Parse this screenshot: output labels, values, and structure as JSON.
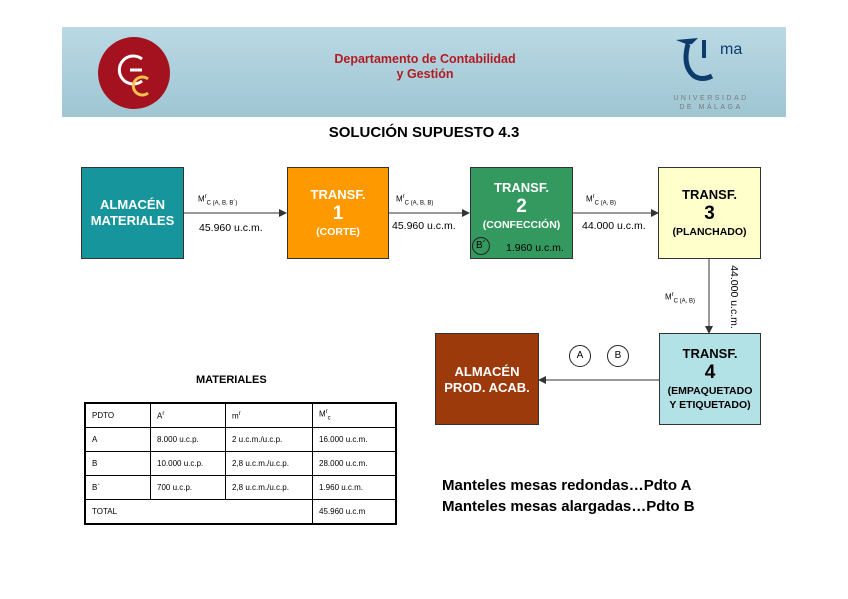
{
  "header": {
    "department_line1": "Departamento de Contabilidad",
    "department_line2": "y Gestión",
    "left_logo_letters": "GC",
    "uma_logo_text": "ma",
    "uma_line1": "UNIVERSIDAD",
    "uma_line2": "DE MÁLAGA",
    "brand_red": "#a4121f",
    "header_blue": "#a9cfdc"
  },
  "title": "SOLUCIÓN SUPUESTO 4.3",
  "nodes": {
    "almacen_materiales": {
      "line1": "ALMACÉN",
      "line2": "MATERIALES",
      "color": "#17959c"
    },
    "transf1": {
      "line1": "TRANSF.",
      "num": "1",
      "sub": "(CORTE)",
      "color": "#ff9900"
    },
    "transf2": {
      "line1": "TRANSF.",
      "num": "2",
      "sub": "(CONFECCIÓN)",
      "color": "#33995f"
    },
    "transf3": {
      "line1": "TRANSF.",
      "num": "3",
      "sub": "(PLANCHADO)",
      "color": "#ffffcc"
    },
    "transf4": {
      "line1": "TRANSF.",
      "num": "4",
      "sub1": "(EMPAQUETADO",
      "sub2": "Y ETIQUETADO)",
      "color": "#b2e1e6"
    },
    "almacen_prod": {
      "line1": "ALMACÉN",
      "line2": "PROD. ACAB.",
      "color": "#9c3a0c"
    }
  },
  "flows": {
    "f1": {
      "label_base": "M",
      "label_sup": "r",
      "label_sub": "C (A, B, B´)",
      "qty": "45.960 u.c.m."
    },
    "f2": {
      "label_base": "M",
      "label_sup": "r",
      "label_sub": "C (A, B, B)",
      "qty": "45.960 u.c.m."
    },
    "f3": {
      "label_base": "M",
      "label_sup": "r",
      "label_sub": "C (A, B)",
      "qty": "44.000 u.c.m."
    },
    "f4": {
      "label_base": "M",
      "label_sup": "r",
      "label_sub": "C (A, B)",
      "qty": "44.000 u.c.m."
    },
    "b_prime_circle": "B´",
    "b_prime_qty": "1.960 u.c.m.",
    "circle_a": "A",
    "circle_b": "B"
  },
  "materials": {
    "title": "MATERIALES",
    "headers": {
      "pdto": "PDTO",
      "a": "A",
      "a_sup": "r",
      "m": "m",
      "m_sup": "r",
      "mm": "M",
      "mm_sup": "r",
      "mm_sub": "c"
    },
    "rows": [
      {
        "pdto": "A",
        "ar": "8.000 u.c.p.",
        "mr": "2 u.c.m./u.c.p.",
        "total": "16.000 u.c.m."
      },
      {
        "pdto": "B",
        "ar": "10.000 u.c.p.",
        "mr": "2,8 u.c.m./u.c.p.",
        "total": "28.000 u.c.m."
      },
      {
        "pdto": "B`",
        "ar": "700 u.c.p.",
        "mr": "2,8 u.c.m./u.c.p.",
        "total": "1.960 u.c.m."
      }
    ],
    "total_label": "TOTAL",
    "total_value": "45.960 u.c.m"
  },
  "notes": {
    "line1": "Manteles mesas redondas…Pdto A",
    "line2": "Manteles mesas alargadas…Pdto B"
  }
}
